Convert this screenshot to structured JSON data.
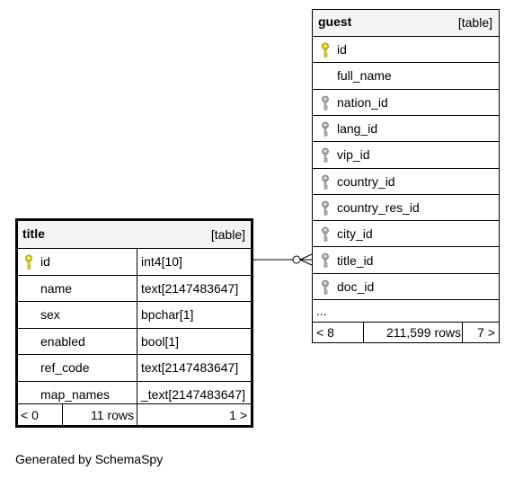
{
  "title_table": {
    "name": "title",
    "kind": "[table]",
    "rows": [
      {
        "col": "id",
        "type": "int4[10]",
        "key": "pk"
      },
      {
        "col": "name",
        "type": "text[2147483647]",
        "key": ""
      },
      {
        "col": "sex",
        "type": "bpchar[1]",
        "key": ""
      },
      {
        "col": "enabled",
        "type": "bool[1]",
        "key": ""
      },
      {
        "col": "ref_code",
        "type": "text[2147483647]",
        "key": ""
      },
      {
        "col": "map_names",
        "type": "_text[2147483647]",
        "key": ""
      }
    ],
    "footer": {
      "parents": "< 0",
      "rows": "11 rows",
      "children": "1 >"
    }
  },
  "guest_table": {
    "name": "guest",
    "kind": "[table]",
    "rows": [
      {
        "col": "id",
        "key": "pk"
      },
      {
        "col": "full_name",
        "key": ""
      },
      {
        "col": "nation_id",
        "key": "fk"
      },
      {
        "col": "lang_id",
        "key": "fk"
      },
      {
        "col": "vip_id",
        "key": "fk"
      },
      {
        "col": "country_id",
        "key": "fk"
      },
      {
        "col": "country_res_id",
        "key": "fk"
      },
      {
        "col": "city_id",
        "key": "fk"
      },
      {
        "col": "title_id",
        "key": "fk"
      },
      {
        "col": "doc_id",
        "key": "fk"
      }
    ],
    "ellipsis": "...",
    "footer": {
      "parents": "< 8",
      "rows": "211,599 rows",
      "children": "7 >"
    }
  },
  "generated_by": "Generated by SchemaSpy",
  "colors": {
    "pk_key": "#e5d300",
    "fk_key": "#a9a9a9",
    "header_bg": "#f4f4f4",
    "border": "#000000"
  }
}
